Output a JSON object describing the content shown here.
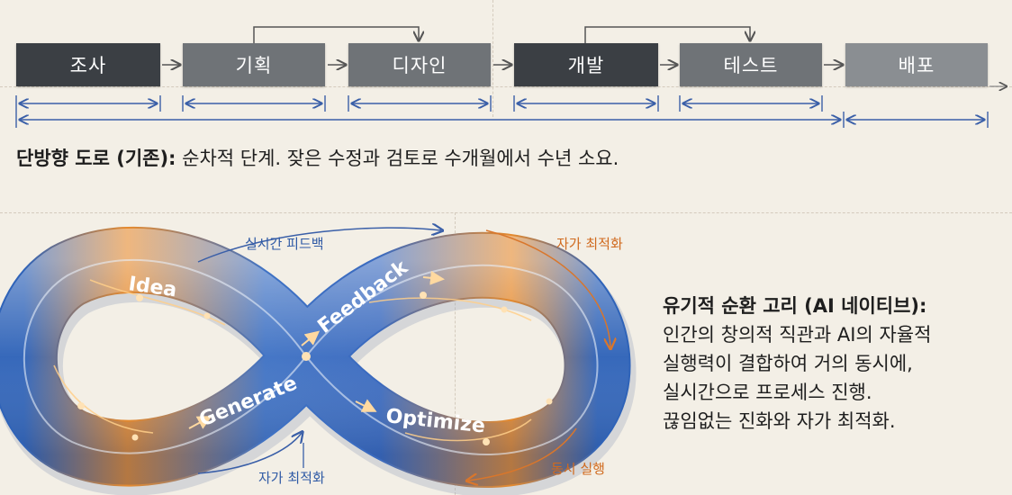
{
  "linear": {
    "stages": [
      "조사",
      "기획",
      "디자인",
      "개발",
      "테스트",
      "배포"
    ],
    "description_title": "단방향 도로 (기존):",
    "description_text": "순차적 단계. 잦은 수정과 검토로 수개월에서 수년 소요."
  },
  "loop": {
    "nodes": [
      "Idea",
      "Generate",
      "Feedback",
      "Optimize"
    ],
    "annotations": {
      "top_left": "실시간 피드백",
      "top_right": "자가 최적화",
      "bottom_left": "자가 최적화",
      "bottom_right": "동시 실행"
    },
    "description_title": "유기적 순환 고리 (AI 네이티브):",
    "description_lines": [
      "인간의 창의적 직관과 AI의 자율적",
      "실행력이 결합하여 거의 동시에,",
      "실시간으로 프로세스 진행.",
      "끊임없는 진화와 자가 최적화."
    ]
  },
  "colors": {
    "stage_dark": "#3b3f44",
    "stage_mid": "#6f7377",
    "blue_arrow": "#3a5fa8",
    "orange_arrow": "#d9762b",
    "loop_blue": "#2f63b8",
    "loop_orange": "#e58a2e"
  }
}
